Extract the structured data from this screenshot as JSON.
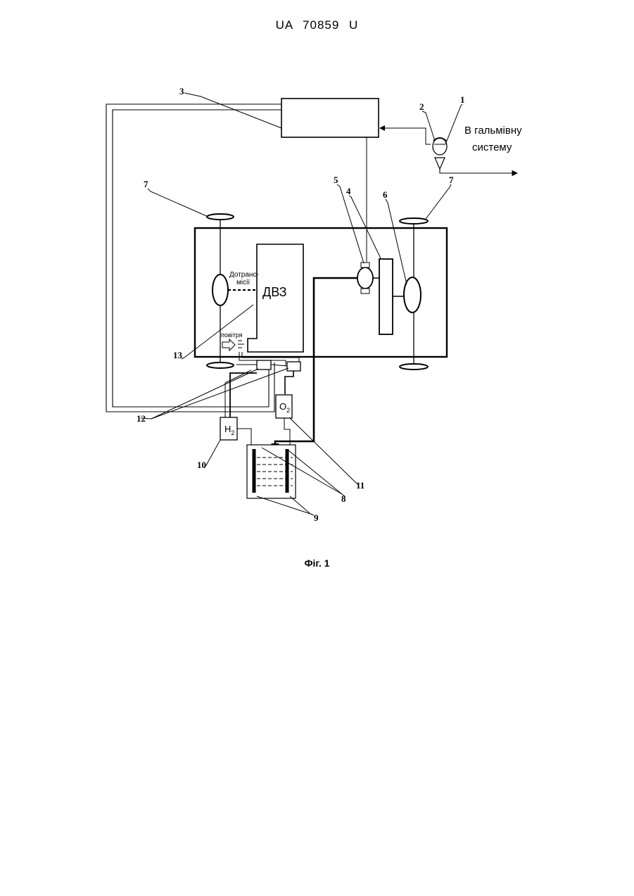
{
  "header": "UA   70859   U",
  "caption": "Фіг. 1",
  "labels": {
    "brake_system_line1": "В гальмівну",
    "brake_system_line2": "систему",
    "engine": "ДВЗ",
    "transmission_line1": "Дотранс-",
    "transmission_line2": "місії",
    "air": "повітря",
    "hydrogen_main": "H",
    "hydrogen_sub": "2",
    "oxygen_main": "O",
    "oxygen_sub": "2"
  },
  "refs": {
    "r1": "1",
    "r2": "2",
    "r3": "3",
    "r4": "4",
    "r5": "5",
    "r6": "6",
    "r7a": "7",
    "r7b": "7",
    "r8": "8",
    "r9": "9",
    "r10": "10",
    "r11": "11",
    "r12": "12",
    "r13": "13"
  }
}
